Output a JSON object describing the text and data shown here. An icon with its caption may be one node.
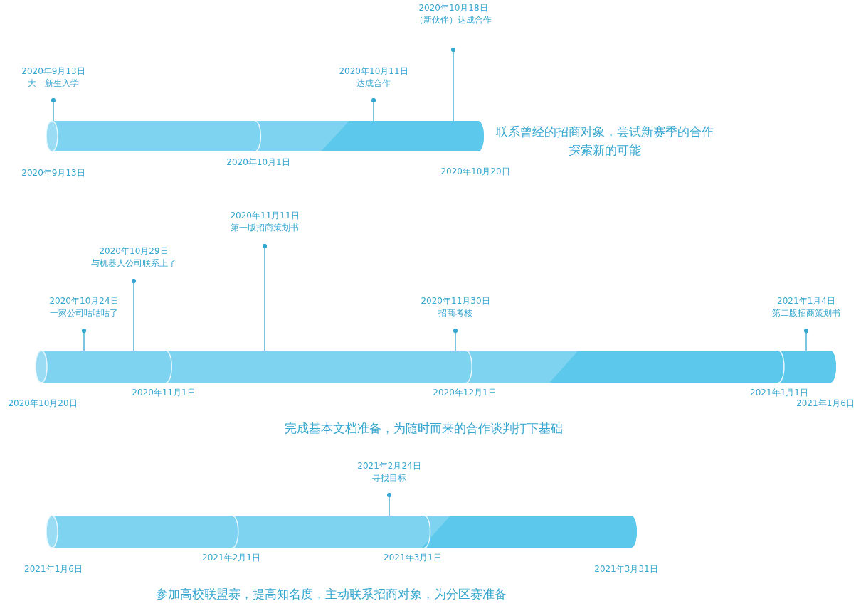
{
  "diagram": {
    "nodes": [
      {
        "text": [
          "2020年9月13日",
          "大一新生入学"
        ]
      },
      {
        "text": [
          "2020年10月11日",
          "达成合作"
        ]
      },
      {
        "text": [
          "2020年10月18日",
          "（新伙伴）达成合作"
        ]
      },
      {
        "text": [],
        "shape": "bar",
        "beside": [
          "2020年9月13日",
          "2020年10月1日",
          "2020年10月20日"
        ]
      },
      {
        "text": [
          "2020年10月24日",
          "一家公司咕咕咕了"
        ]
      },
      {
        "text": [
          "2020年10月29日",
          "与机器人公司联系上了"
        ]
      },
      {
        "text": [
          "2020年11月11日",
          "第一版招商策划书"
        ]
      },
      {
        "text": [
          "2020年11月30日",
          "招商考核"
        ]
      },
      {
        "text": [
          "2021年1月4日",
          "第二版招商策划书"
        ]
      },
      {
        "text": [],
        "shape": "bar",
        "beside": [
          "2020年10月20日",
          "2020年11月1日",
          "2020年12月1日",
          "2021年1月1日",
          "2021年1月6日"
        ]
      },
      {
        "text": [
          "2021年2月24日",
          "寻找目标"
        ]
      },
      {
        "text": [],
        "shape": "bar",
        "beside": [
          "2021年1月6日",
          "2021年2月1日",
          "2021年3月1日",
          "2021年3月31日"
        ]
      }
    ],
    "edges": [
      {
        "from": 0,
        "to": 3,
        "arrow": "other"
      },
      {
        "from": 1,
        "to": 3,
        "arrow": "other"
      },
      {
        "from": 2,
        "to": 3,
        "arrow": "other"
      },
      {
        "from": 4,
        "to": 9,
        "arrow": "other"
      },
      {
        "from": 5,
        "to": 9,
        "arrow": "other"
      },
      {
        "from": 6,
        "to": 9,
        "arrow": "other"
      },
      {
        "from": 7,
        "to": 9,
        "arrow": "other"
      },
      {
        "from": 8,
        "to": 9,
        "arrow": "other"
      },
      {
        "from": 10,
        "to": 11,
        "arrow": "other"
      }
    ],
    "labels": [
      "联系曾经的招商对象，尝试新赛季的合作探索新的可能",
      "完成基本文档准备，为随时而来的合作谈判打下基础",
      "参加高校联盟赛，提高知名度，主动联系招商对象，为分区赛准备"
    ]
  }
}
